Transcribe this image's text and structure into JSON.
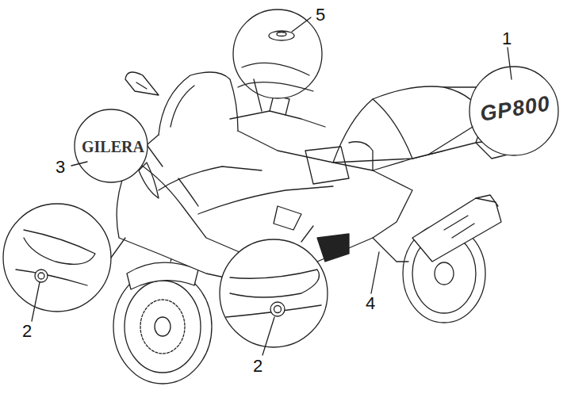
{
  "diagram": {
    "labels": [
      "1",
      "GP800",
      "5",
      "3",
      "GILERA",
      "2",
      "2",
      "4"
    ]
  }
}
